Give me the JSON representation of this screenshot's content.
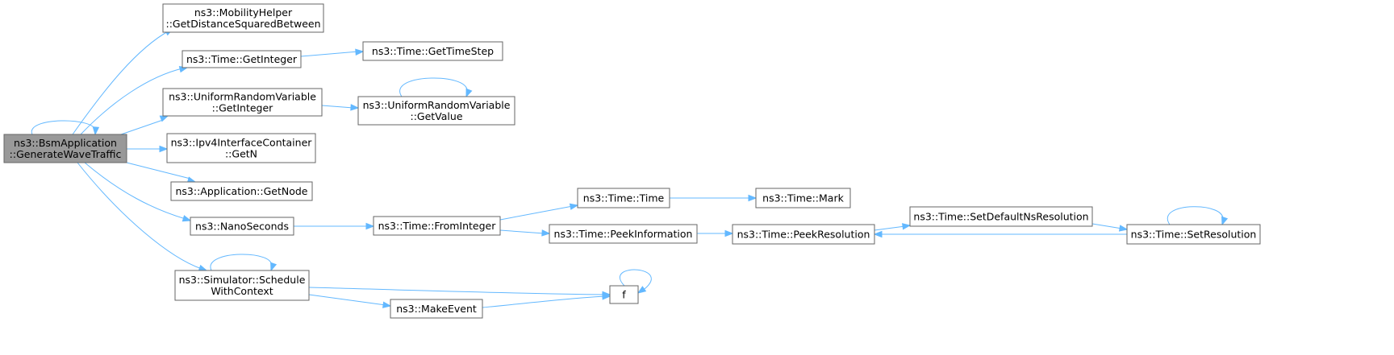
{
  "graph": {
    "edge_color": "#63b8ff",
    "node_border_color": "#666666",
    "root_fill_color": "#999999",
    "nodes": [
      {
        "id": "root",
        "lines": [
          "ns3::BsmApplication",
          "::GenerateWaveTraffic"
        ],
        "highlighted": true
      },
      {
        "id": "getdist",
        "lines": [
          "ns3::MobilityHelper",
          "::GetDistanceSquaredBetween"
        ]
      },
      {
        "id": "timegetint",
        "lines": [
          "ns3::Time::GetInteger"
        ]
      },
      {
        "id": "gettimestep",
        "lines": [
          "ns3::Time::GetTimeStep"
        ]
      },
      {
        "id": "urvgetint",
        "lines": [
          "ns3::UniformRandomVariable",
          "::GetInteger"
        ]
      },
      {
        "id": "urvgetval",
        "lines": [
          "ns3::UniformRandomVariable",
          "::GetValue"
        ]
      },
      {
        "id": "ipv4getn",
        "lines": [
          "ns3::Ipv4InterfaceContainer",
          "::GetN"
        ]
      },
      {
        "id": "getnode",
        "lines": [
          "ns3::Application::GetNode"
        ]
      },
      {
        "id": "nanosec",
        "lines": [
          "ns3::NanoSeconds"
        ]
      },
      {
        "id": "fromint",
        "lines": [
          "ns3::Time::FromInteger"
        ]
      },
      {
        "id": "timetime",
        "lines": [
          "ns3::Time::Time"
        ]
      },
      {
        "id": "mark",
        "lines": [
          "ns3::Time::Mark"
        ]
      },
      {
        "id": "peekinfo",
        "lines": [
          "ns3::Time::PeekInformation"
        ]
      },
      {
        "id": "peekres",
        "lines": [
          "ns3::Time::PeekResolution"
        ]
      },
      {
        "id": "setdefres",
        "lines": [
          "ns3::Time::SetDefaultNsResolution"
        ]
      },
      {
        "id": "setres",
        "lines": [
          "ns3::Time::SetResolution"
        ]
      },
      {
        "id": "schedule",
        "lines": [
          "ns3::Simulator::Schedule",
          "WithContext"
        ]
      },
      {
        "id": "f",
        "lines": [
          "f"
        ]
      },
      {
        "id": "makeevent",
        "lines": [
          "ns3::MakeEvent"
        ]
      }
    ],
    "edges": [
      {
        "from": "root",
        "to": "root"
      },
      {
        "from": "root",
        "to": "getdist"
      },
      {
        "from": "root",
        "to": "timegetint"
      },
      {
        "from": "timegetint",
        "to": "gettimestep"
      },
      {
        "from": "root",
        "to": "urvgetint"
      },
      {
        "from": "urvgetint",
        "to": "urvgetval"
      },
      {
        "from": "urvgetval",
        "to": "urvgetval"
      },
      {
        "from": "root",
        "to": "ipv4getn"
      },
      {
        "from": "root",
        "to": "getnode"
      },
      {
        "from": "root",
        "to": "nanosec"
      },
      {
        "from": "nanosec",
        "to": "fromint"
      },
      {
        "from": "fromint",
        "to": "timetime"
      },
      {
        "from": "timetime",
        "to": "mark"
      },
      {
        "from": "fromint",
        "to": "peekinfo"
      },
      {
        "from": "peekinfo",
        "to": "peekres"
      },
      {
        "from": "peekres",
        "to": "setdefres"
      },
      {
        "from": "setdefres",
        "to": "setres"
      },
      {
        "from": "setres",
        "to": "peekres"
      },
      {
        "from": "setres",
        "to": "setres"
      },
      {
        "from": "root",
        "to": "schedule"
      },
      {
        "from": "schedule",
        "to": "schedule"
      },
      {
        "from": "schedule",
        "to": "f"
      },
      {
        "from": "schedule",
        "to": "makeevent"
      },
      {
        "from": "makeevent",
        "to": "f"
      },
      {
        "from": "f",
        "to": "f"
      }
    ]
  }
}
